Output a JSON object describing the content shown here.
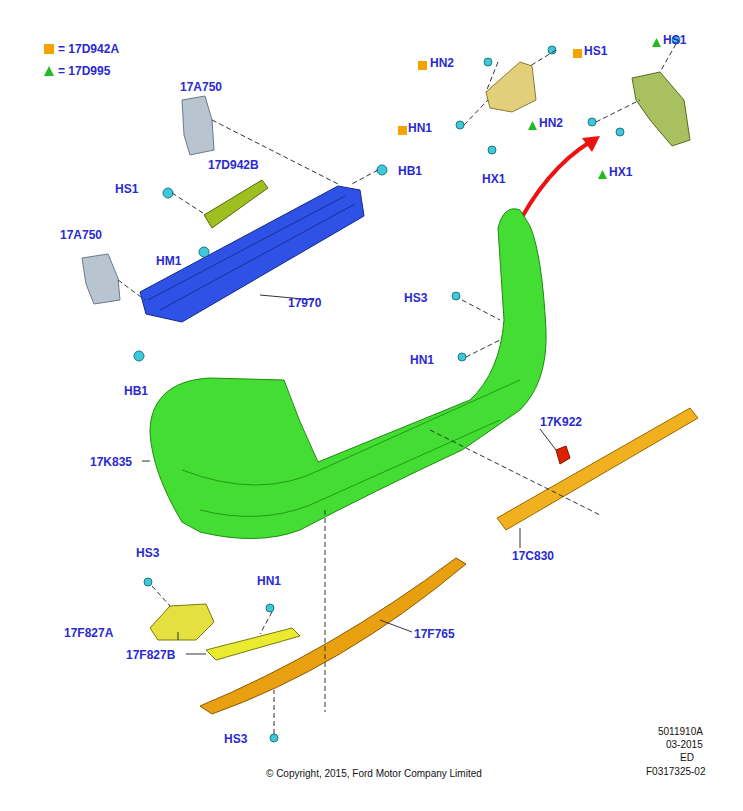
{
  "diagram": {
    "labels": [
      "17A750",
      "17D942B",
      "HS1",
      "HB1",
      "HM1",
      "17A750",
      "17970",
      "HB1",
      "HN2",
      "HS1",
      "HN1",
      "HX1",
      "HS1",
      "HN2",
      "HX1",
      "HS3",
      "HN1",
      "17K922",
      "17K835",
      "17C830",
      "HS3",
      "HN1",
      "17F827A",
      "17F827B",
      "17F765",
      "HS3",
      "5011910A",
      "03-2015",
      "ED",
      "F0317325-02",
      "© Copyright, 2015, Ford Motor Company Limited"
    ],
    "legend": [
      {
        "text": "= 17D942A",
        "color": "#f5a300"
      },
      {
        "text": "= 17D995",
        "color": "#22bb22"
      }
    ]
  }
}
